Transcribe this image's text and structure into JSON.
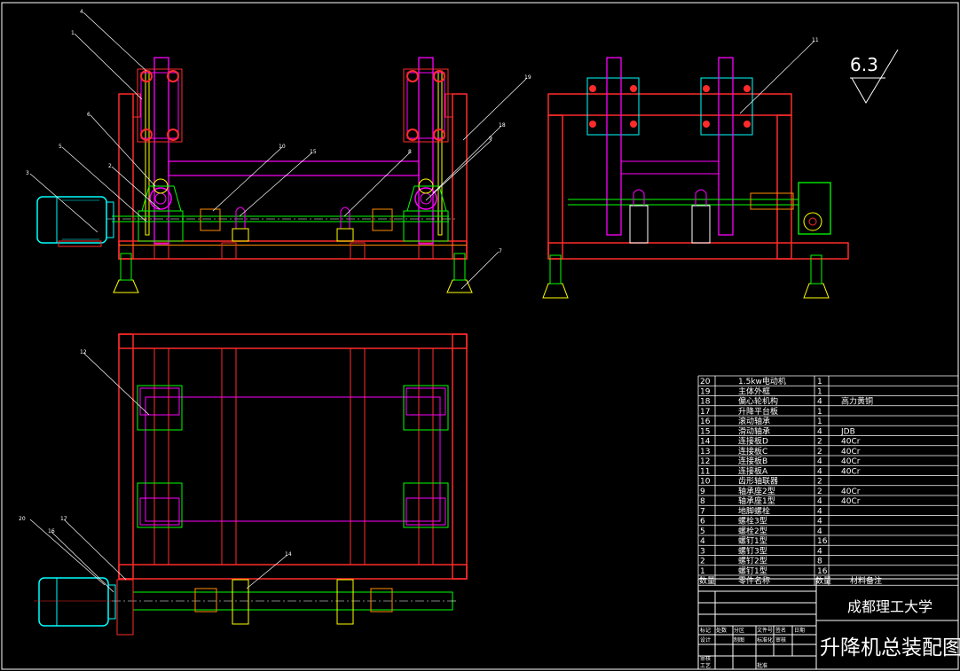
{
  "drawing": {
    "title": "升降机总装配图",
    "school": "成都理工大学",
    "roughness": "6.3"
  },
  "bom": {
    "headers": [
      "数量",
      "零件名称",
      "数量",
      "材料备注"
    ],
    "rows": [
      {
        "no": "20",
        "name": "1.5kw电动机",
        "qty": "1",
        "note": ""
      },
      {
        "no": "19",
        "name": "主体外框",
        "qty": "1",
        "note": ""
      },
      {
        "no": "18",
        "name": "偏心轮机构",
        "qty": "4",
        "note": "高力黄铜"
      },
      {
        "no": "17",
        "name": "升降平台板",
        "qty": "1",
        "note": ""
      },
      {
        "no": "16",
        "name": "滚动轴承",
        "qty": "1",
        "note": ""
      },
      {
        "no": "15",
        "name": "滑动轴承",
        "qty": "4",
        "note": "JDB"
      },
      {
        "no": "14",
        "name": "连接板D",
        "qty": "2",
        "note": "40Cr"
      },
      {
        "no": "13",
        "name": "连接板C",
        "qty": "2",
        "note": "40Cr"
      },
      {
        "no": "12",
        "name": "连接板B",
        "qty": "4",
        "note": "40Cr"
      },
      {
        "no": "11",
        "name": "连接板A",
        "qty": "4",
        "note": "40Cr"
      },
      {
        "no": "10",
        "name": "齿形轴联器",
        "qty": "2",
        "note": ""
      },
      {
        "no": "9",
        "name": "轴承座2型",
        "qty": "2",
        "note": "40Cr"
      },
      {
        "no": "8",
        "name": "轴承座1型",
        "qty": "4",
        "note": "40Cr"
      },
      {
        "no": "7",
        "name": "地脚螺栓",
        "qty": "4",
        "note": ""
      },
      {
        "no": "6",
        "name": "螺栓3型",
        "qty": "4",
        "note": ""
      },
      {
        "no": "5",
        "name": "螺栓2型",
        "qty": "4",
        "note": ""
      },
      {
        "no": "4",
        "name": "螺钉1型",
        "qty": "16",
        "note": ""
      },
      {
        "no": "3",
        "name": "螺钉3型",
        "qty": "4",
        "note": ""
      },
      {
        "no": "2",
        "name": "螺钉2型",
        "qty": "8",
        "note": ""
      },
      {
        "no": "1",
        "name": "螺钉1型",
        "qty": "16",
        "note": ""
      }
    ]
  },
  "titleblock": {
    "labels1": [
      "标记",
      "处数",
      "分区",
      "文件号",
      "签名",
      "日期"
    ],
    "labels2": [
      "设计",
      "制图",
      "标准化",
      "审核"
    ],
    "labels3": [
      "审核",
      "工艺",
      "批准"
    ]
  },
  "callouts": [
    "1",
    "2",
    "3",
    "4",
    "5",
    "6",
    "7",
    "8",
    "9",
    "10",
    "11",
    "12",
    "14",
    "15",
    "16",
    "17",
    "18",
    "19",
    "20"
  ],
  "colors": {
    "frame": "#ff2b2b",
    "magenta": "#ff00ff",
    "cyan": "#00ffff",
    "yellow": "#ffff00",
    "green": "#00ff00",
    "white": "#ffffff",
    "orange": "#ff8c00"
  }
}
